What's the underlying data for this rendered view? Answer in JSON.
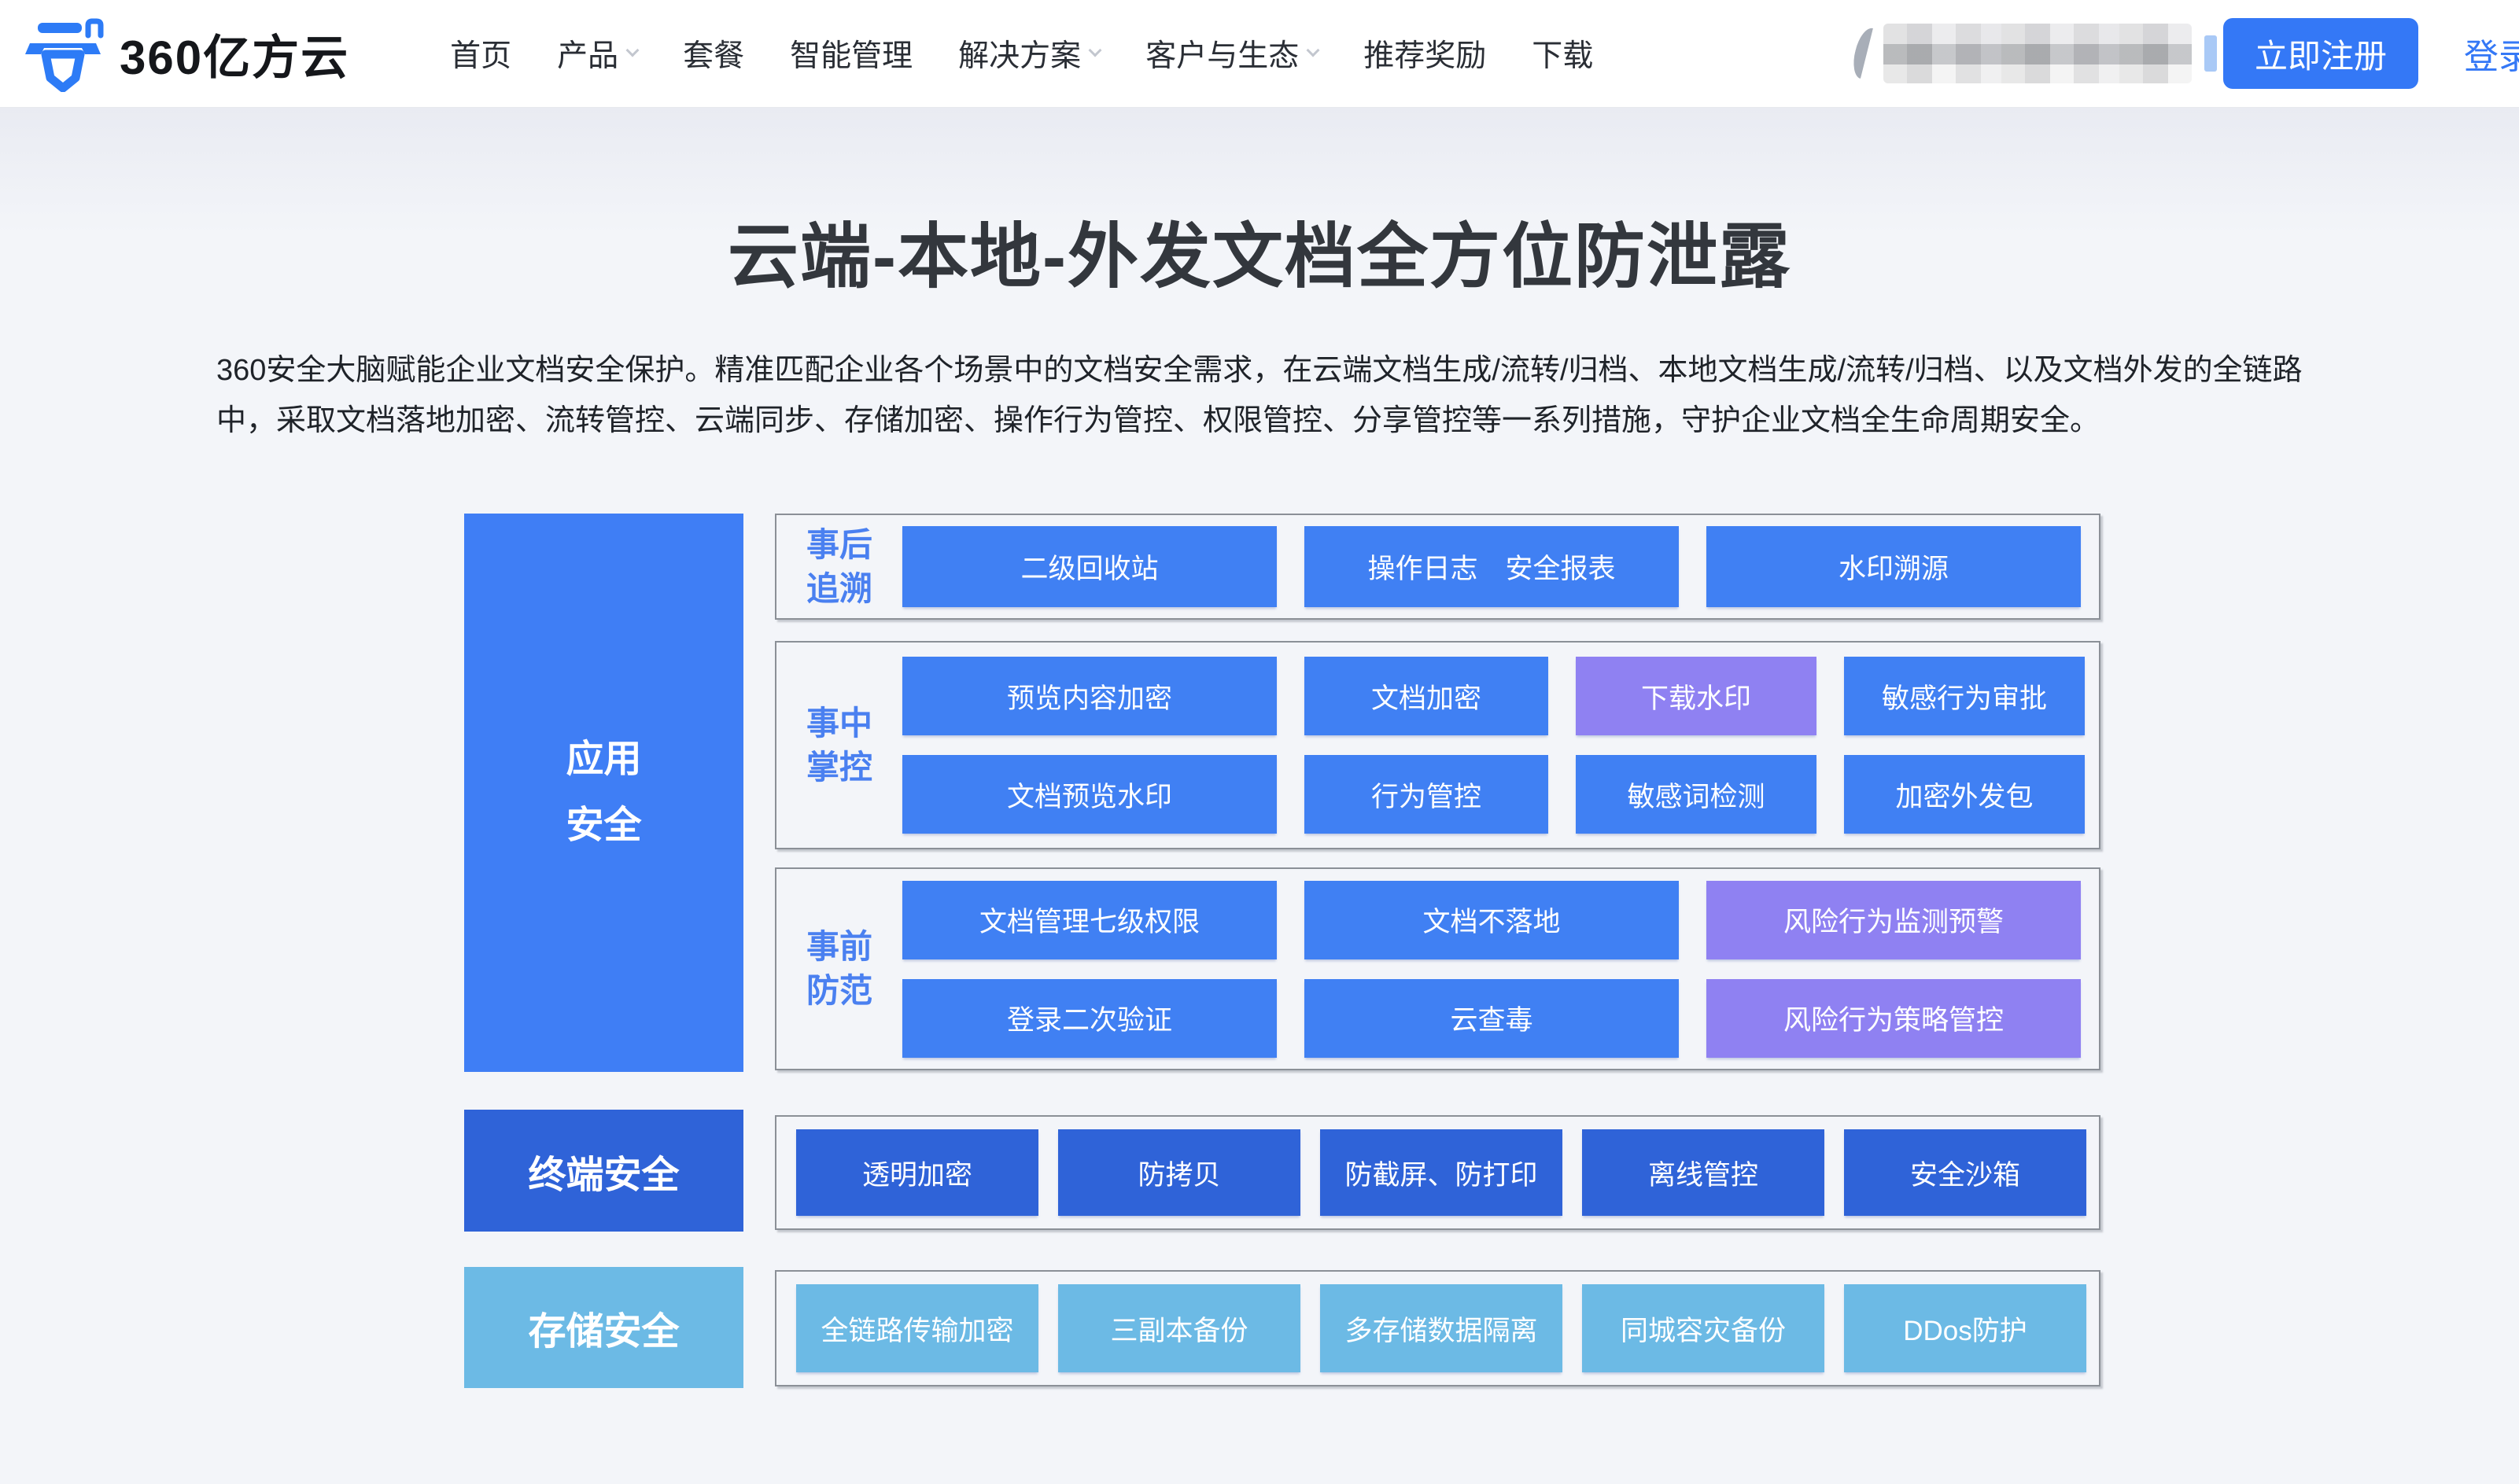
{
  "nav": {
    "logo_text": "360亿方云",
    "items": [
      {
        "label": "首页",
        "has_dropdown": false
      },
      {
        "label": "产品",
        "has_dropdown": true
      },
      {
        "label": "套餐",
        "has_dropdown": false
      },
      {
        "label": "智能管理",
        "has_dropdown": false
      },
      {
        "label": "解决方案",
        "has_dropdown": true
      },
      {
        "label": "客户与生态",
        "has_dropdown": true
      },
      {
        "label": "推荐奖励",
        "has_dropdown": false
      },
      {
        "label": "下载",
        "has_dropdown": false
      }
    ],
    "register_label": "立即注册",
    "login_label": "登录"
  },
  "hero": {
    "title": "云端-本地-外发文档全方位防泄露",
    "description": "360安全大脑赋能企业文档安全保护。精准匹配企业各个场景中的文档安全需求，在云端文档生成/流转/归档、本地文档生成/流转/归档、以及文档外发的全链路中，采取文档落地加密、流转管控、云端同步、存储加密、操作行为管控、权限管控、分享管控等一系列措施，守护企业文档全生命周期安全。"
  },
  "diagram": {
    "left": [
      {
        "line1": "应用",
        "line2": "安全"
      },
      {
        "line1": "终端安全"
      },
      {
        "line1": "存储安全"
      }
    ],
    "panels": [
      {
        "label_line1": "事后",
        "label_line2": "追溯",
        "rows": [
          [
            "二级回收站",
            "操作日志　安全报表",
            "水印溯源"
          ]
        ]
      },
      {
        "label_line1": "事中",
        "label_line2": "掌控",
        "rows": [
          [
            "预览内容加密",
            "文档加密",
            "下载水印",
            "敏感行为审批"
          ],
          [
            "文档预览水印",
            "行为管控",
            "敏感词检测",
            "加密外发包"
          ]
        ]
      },
      {
        "label_line1": "事前",
        "label_line2": "防范",
        "rows": [
          [
            "文档管理七级权限",
            "文档不落地",
            "风险行为监测预警"
          ],
          [
            "登录二次验证",
            "云查毒",
            "风险行为策略管控"
          ]
        ]
      },
      {
        "rows": [
          [
            "透明加密",
            "防拷贝",
            "防截屏、防打印",
            "离线管控",
            "安全沙箱"
          ]
        ]
      },
      {
        "rows": [
          [
            "全链路传输加密",
            "三副本备份",
            "多存储数据隔离",
            "同城容灾备份",
            "DDos防护"
          ]
        ]
      }
    ]
  },
  "colors": {
    "accent_blue": "#3478f6",
    "button_blue": "#4080f3",
    "button_purple": "#8f81f2",
    "button_dark_blue": "#2f63d8",
    "button_light_blue": "#6cbae5",
    "label_text_blue": "#4a80f0",
    "page_bg": "#f3f5f9"
  }
}
